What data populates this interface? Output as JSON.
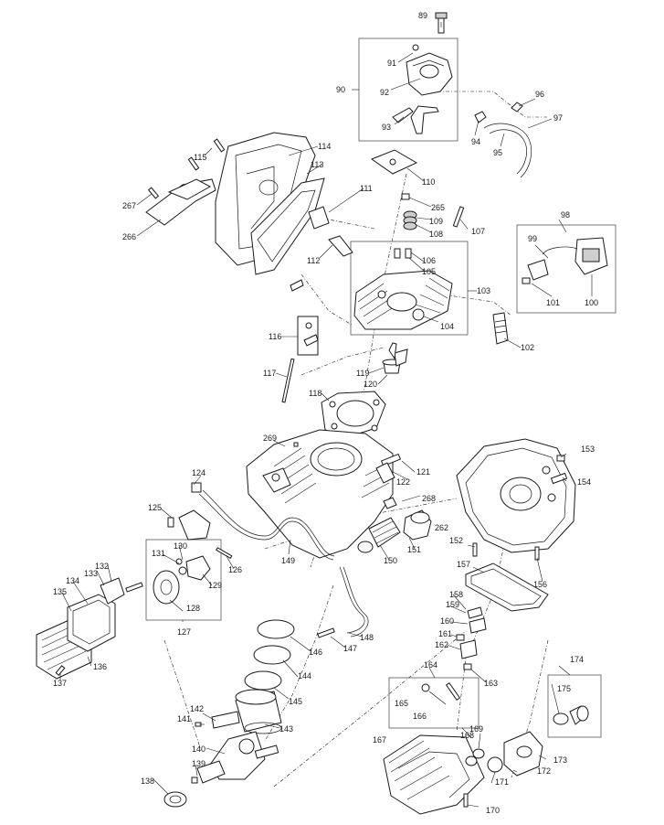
{
  "part_numbers": [
    "89",
    "90",
    "91",
    "92",
    "93",
    "94",
    "95",
    "96",
    "97",
    "98",
    "99",
    "100",
    "101",
    "102",
    "103",
    "104",
    "105",
    "106",
    "107",
    "108",
    "109",
    "110",
    "111",
    "112",
    "113",
    "114",
    "115",
    "116",
    "117",
    "118",
    "119",
    "120",
    "121",
    "122",
    "124",
    "125",
    "126",
    "127",
    "128",
    "129",
    "130",
    "131",
    "132",
    "133",
    "134",
    "135",
    "136",
    "137",
    "138",
    "139",
    "140",
    "141",
    "142",
    "143",
    "144",
    "145",
    "146",
    "147",
    "148",
    "149",
    "150",
    "151",
    "152",
    "153",
    "154",
    "156",
    "157",
    "158",
    "159",
    "160",
    "161",
    "162",
    "163",
    "164",
    "165",
    "166",
    "167",
    "168",
    "169",
    "170",
    "171",
    "172",
    "173",
    "174",
    "175",
    "262",
    "265",
    "266",
    "267",
    "268",
    "269"
  ]
}
